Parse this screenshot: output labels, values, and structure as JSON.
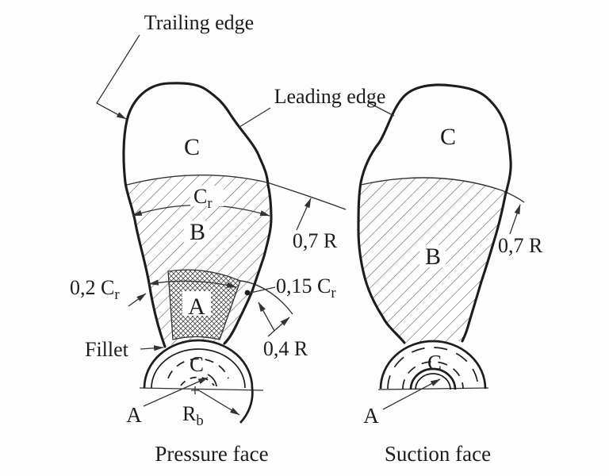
{
  "colors": {
    "background": "#fdfdfd",
    "ink": "#1d1d1d",
    "line": "#333333",
    "hatch": "#565656"
  },
  "annotations": {
    "trailing_edge": "Trailing edge",
    "leading_edge": "Leading edge",
    "chord": {
      "main": "C",
      "sub": "r"
    },
    "radius_07_left": "0,7 R",
    "radius_07_right": "0,7 R",
    "chord_02": {
      "main": "0,2 C",
      "sub": "r"
    },
    "chord_015": {
      "main": "0,15 C",
      "sub": "r"
    },
    "radius_04": "0,4 R",
    "fillet": "Fillet",
    "boss_radius": {
      "main": "R",
      "sub": "b"
    }
  },
  "zones": {
    "left": {
      "tip": "C",
      "middle": "B",
      "root": "A",
      "hub": "C",
      "hub_section": "A"
    },
    "right": {
      "tip": "C",
      "middle": "B",
      "hub": "C",
      "hub_section": "A"
    }
  },
  "captions": {
    "left": "Pressure face",
    "right": "Suction face"
  }
}
